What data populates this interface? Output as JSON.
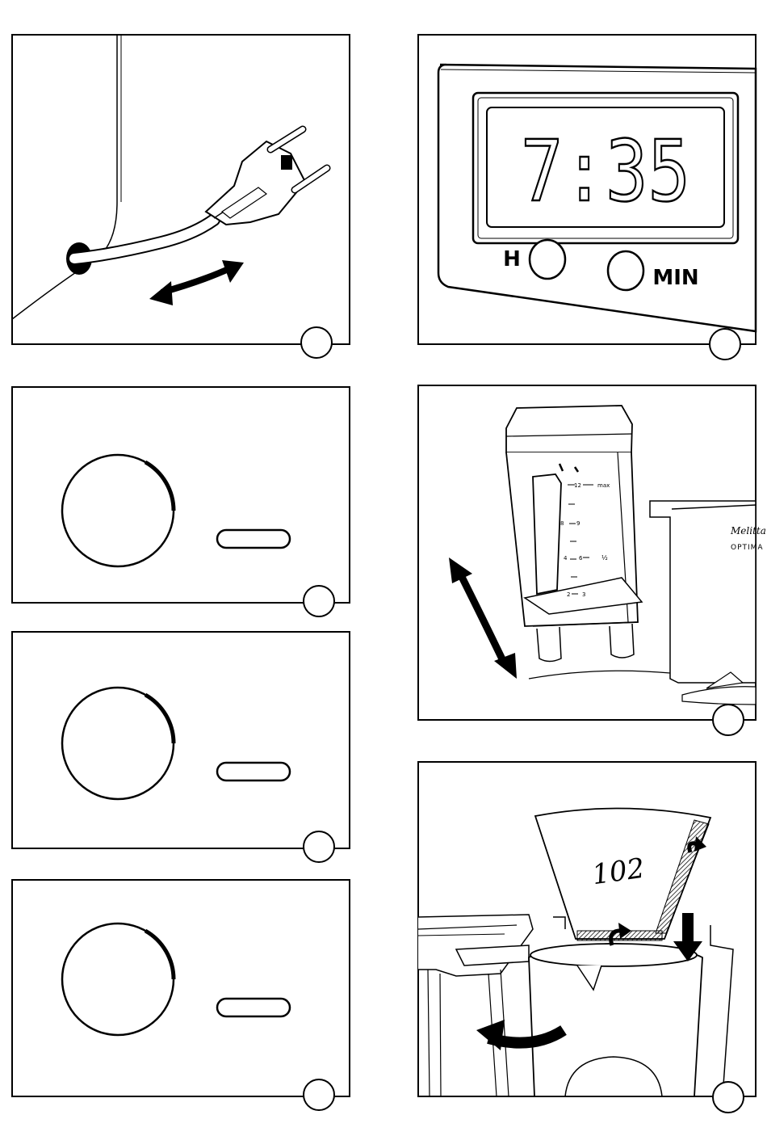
{
  "panels": {
    "clock": {
      "time": "7:35",
      "hour_button": "H",
      "minute_button": "MIN"
    },
    "carafe": {
      "scale_top": "12",
      "scale_max": "max",
      "scale_9": "9",
      "scale_8": "8",
      "scale_6": "6",
      "scale_4": "4",
      "scale_half": "½",
      "scale_3": "3",
      "scale_2": "2",
      "brand": "Melitta",
      "model": "OPTIMA"
    },
    "filter": {
      "size": "102"
    }
  },
  "icons": {
    "plug": "power-plug-icon",
    "double_arrow": "double-arrow-icon",
    "power_button": "power-button-icon",
    "indicator": "indicator-light-icon",
    "curved_arrow": "curved-arrow-icon",
    "down_arrow": "down-arrow-icon"
  }
}
